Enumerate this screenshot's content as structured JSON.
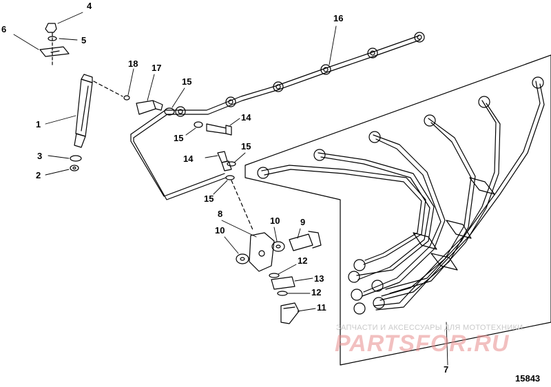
{
  "diagram": {
    "figure_number": "15843",
    "callouts": {
      "c1": "1",
      "c2": "2",
      "c3": "3",
      "c4": "4",
      "c5": "5",
      "c6": "6",
      "c7": "7",
      "c8": "8",
      "c9": "9",
      "c10a": "10",
      "c10b": "10",
      "c11": "11",
      "c12a": "12",
      "c12b": "12",
      "c13": "13",
      "c14a": "14",
      "c14b": "14",
      "c15a": "15",
      "c15b": "15",
      "c15c": "15",
      "c15d": "15",
      "c16": "16",
      "c17": "17",
      "c18": "18"
    },
    "watermark": {
      "line1": "ЗАПЧАСТИ И АКСЕССУАРЫ ДЛЯ МОТОТЕХНИКИ",
      "line2": "PARTSFOR.RU"
    }
  }
}
